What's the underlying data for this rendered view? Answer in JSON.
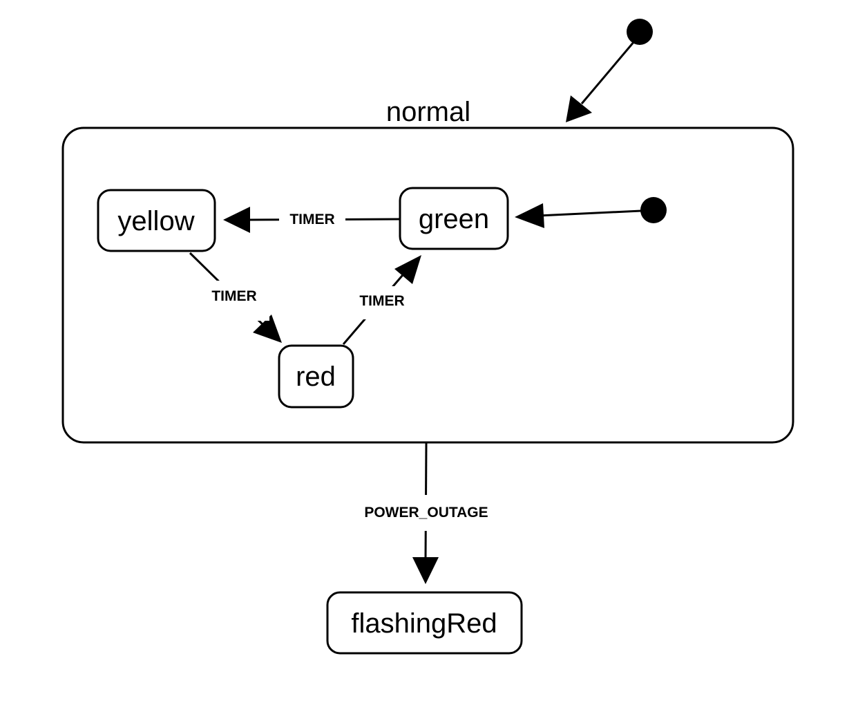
{
  "diagram": {
    "composite": {
      "label": "normal"
    },
    "states": {
      "yellow": {
        "label": "yellow"
      },
      "green": {
        "label": "green"
      },
      "red": {
        "label": "red"
      },
      "flashingRed": {
        "label": "flashingRed"
      }
    },
    "transitions": {
      "green_to_yellow": {
        "event": "TIMER"
      },
      "yellow_to_red": {
        "event": "TIMER"
      },
      "red_to_green": {
        "event": "TIMER"
      },
      "normal_to_flashingRed": {
        "event": "POWER_OUTAGE"
      }
    }
  }
}
